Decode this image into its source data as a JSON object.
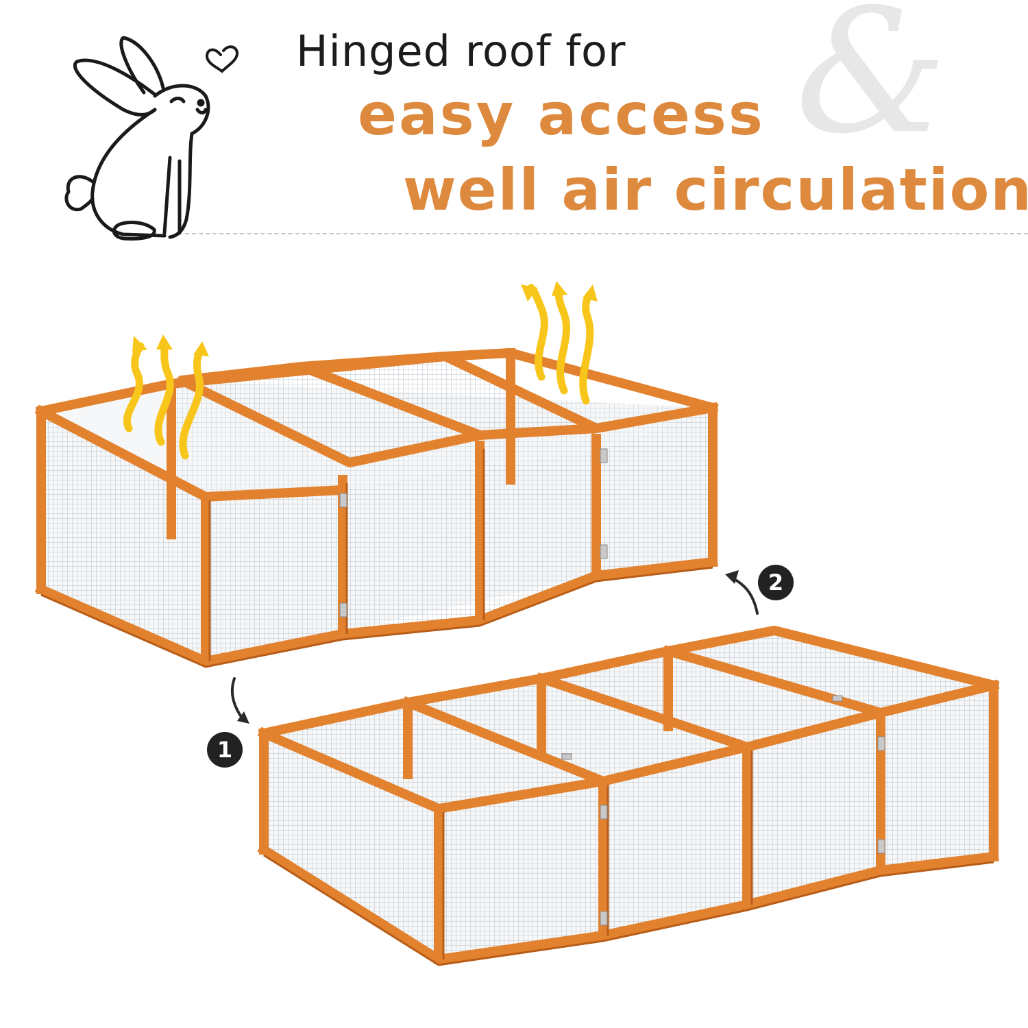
{
  "headline": {
    "line1": "Hinged roof for",
    "line2": "easy access",
    "line3": "well air circulation",
    "connector": "&"
  },
  "steps": {
    "step1": "1",
    "step2": "2"
  },
  "colors": {
    "accent_orange": "#de8a3e",
    "wood": "#e2822f",
    "wood_dark": "#b85d18",
    "air_arrow": "#f8c61a",
    "headline_dark": "#1c1c1c",
    "badge": "#222222"
  },
  "icons": {
    "mascot": "rabbit-outline-icon",
    "decor": "heart-outline-icon",
    "air": "air-flow-arrow-icon",
    "step": "curved-arrow-icon"
  }
}
